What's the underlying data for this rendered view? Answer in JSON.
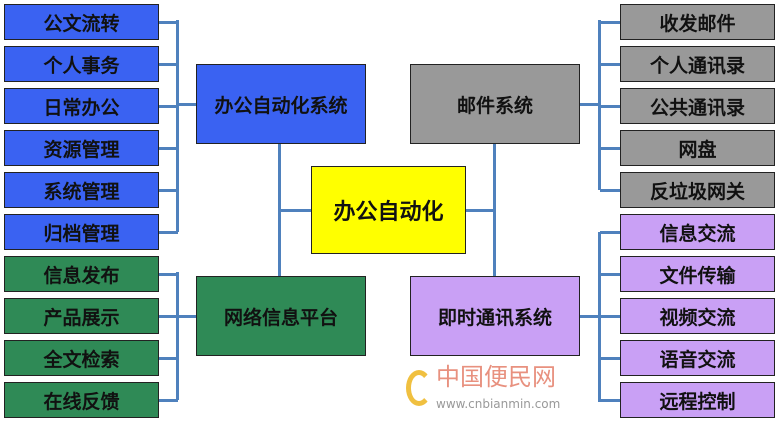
{
  "center": "办公自动化",
  "hubs": {
    "office": "办公自动化系统",
    "web": "网络信息平台",
    "mail": "邮件系统",
    "im": "即时通讯系统"
  },
  "office_items": [
    "公文流转",
    "个人事务",
    "日常办公",
    "资源管理",
    "系统管理",
    "归档管理"
  ],
  "web_items": [
    "信息发布",
    "产品展示",
    "全文检索",
    "在线反馈"
  ],
  "mail_items": [
    "收发邮件",
    "个人通讯录",
    "公共通讯录",
    "网盘",
    "反垃圾网关"
  ],
  "im_items": [
    "信息交流",
    "文件传输",
    "视频交流",
    "语音交流",
    "远程控制"
  ],
  "watermark": {
    "name": "中国便民网",
    "url": "www.cnbianmin.com"
  },
  "colors": {
    "office": "#3a62f2",
    "web": "#2f8a56",
    "mail": "#999999",
    "im": "#c9a0f5",
    "center": "#ffff00",
    "line": "#4f81bd"
  }
}
